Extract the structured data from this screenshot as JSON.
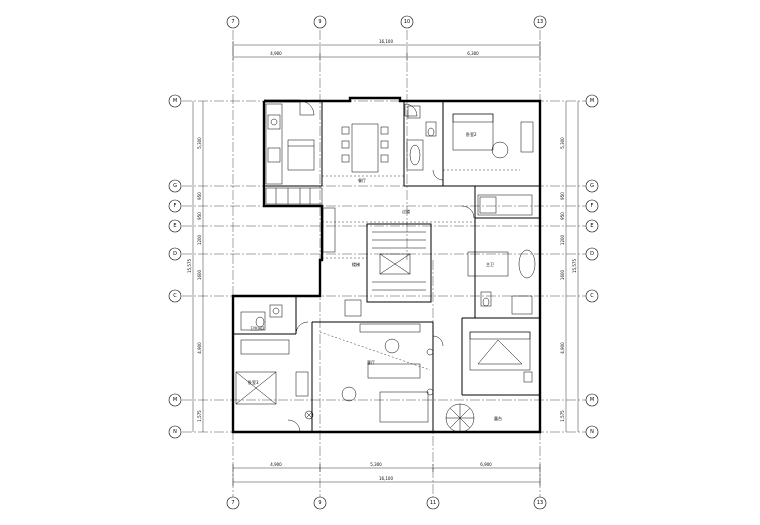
{
  "axes": {
    "top": [
      "7",
      "9",
      "10",
      "13"
    ],
    "bottom": [
      "7",
      "9",
      "11",
      "13"
    ],
    "left": [
      "M",
      "G",
      "F",
      "E",
      "D",
      "C",
      "M",
      "N"
    ],
    "right": [
      "M",
      "G",
      "F",
      "E",
      "D",
      "C",
      "M",
      "N"
    ]
  },
  "dims": {
    "top_total": "16,100",
    "top_segments": [
      "4,900",
      "6,300"
    ],
    "bottom_total": "16,100",
    "bottom_segments": [
      "4,900",
      "5,300",
      "6,900"
    ],
    "left_total": "15,575",
    "left_segments": [
      "5,300",
      "950",
      "950",
      "1200",
      "1600",
      "4,900",
      "1,575"
    ],
    "right_total": "15,575",
    "right_segments": [
      "5,300",
      "950",
      "950",
      "1200",
      "1600",
      "4,900",
      "1,575"
    ]
  },
  "rooms": {
    "dining": "餐厅",
    "bedroom_ne": "卧室2",
    "hall": "过道",
    "stair": "楼梯",
    "bath_master": "主卫",
    "living": "客厅",
    "bedroom_sw": "卧室3",
    "bath_sw": "卫生间2",
    "terrace": "露台"
  }
}
